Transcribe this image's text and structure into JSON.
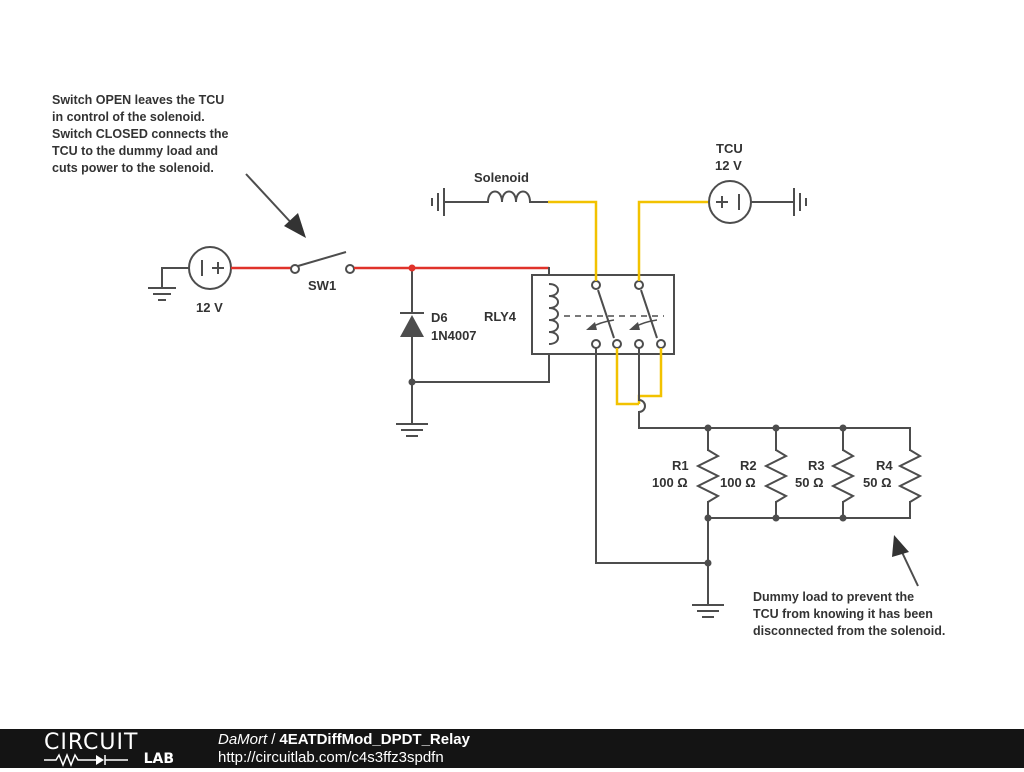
{
  "annotations": {
    "switch_note": [
      "Switch OPEN leaves the TCU",
      "in control of the solenoid.",
      "Switch CLOSED connects the",
      "TCU to the dummy load and",
      "cuts power to the solenoid."
    ],
    "dummy_note": [
      "Dummy load to prevent the",
      "TCU from knowing it has been",
      "disconnected from the solenoid."
    ]
  },
  "components": {
    "source_12v": {
      "value": "12 V"
    },
    "sw1": {
      "name": "SW1"
    },
    "d6": {
      "name": "D6",
      "part": "1N4007"
    },
    "solenoid": {
      "name": "Solenoid"
    },
    "tcu": {
      "name": "TCU",
      "value": "12 V"
    },
    "rly4": {
      "name": "RLY4"
    },
    "r1": {
      "name": "R1",
      "value": "100 Ω"
    },
    "r2": {
      "name": "R2",
      "value": "100 Ω"
    },
    "r3": {
      "name": "R3",
      "value": "50 Ω"
    },
    "r4": {
      "name": "R4",
      "value": "50 Ω"
    }
  },
  "colors": {
    "wire": "#4d4d4d",
    "powered_wire": "#e0322a",
    "tcu_wire": "#f2c200",
    "footer_bg": "#141414"
  },
  "footer": {
    "logo_top": "CIRCUIT",
    "logo_bottom": "LAB",
    "author": "DaMort",
    "separator": "/",
    "project": "4EATDiffMod_DPDT_Relay",
    "url": "http://circuitlab.com/c4s3ffz3spdfn"
  }
}
